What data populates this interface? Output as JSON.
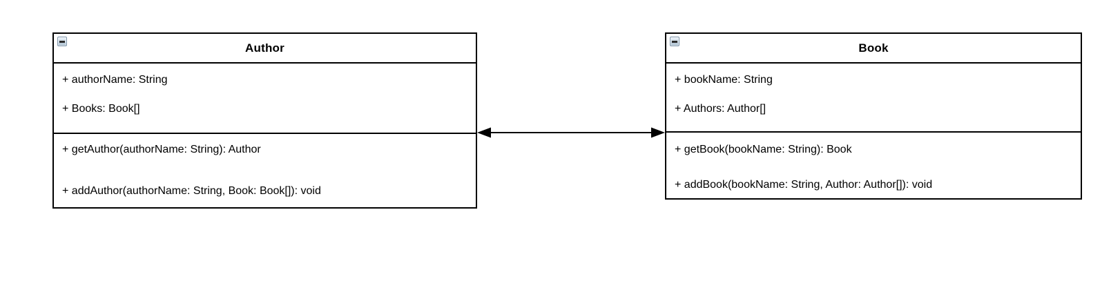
{
  "diagram": {
    "type": "uml-class-diagram",
    "background_color": "#ffffff",
    "stroke_color": "#000000",
    "text_color": "#000000",
    "classes": [
      {
        "name": "Author",
        "collapse_icon": "minus-collapse-icon",
        "attributes": [
          "+ authorName: String",
          "+ Books: Book[]"
        ],
        "methods": [
          "+ getAuthor(authorName: String): Author",
          "+ addAuthor(authorName: String, Book: Book[]): void"
        ]
      },
      {
        "name": "Book",
        "collapse_icon": "minus-collapse-icon",
        "attributes": [
          "+ bookName: String",
          "+ Authors: Author[]"
        ],
        "methods": [
          "+ getBook(bookName: String): Book",
          "+ addBook(bookName: String, Author: Author[]): void"
        ]
      }
    ],
    "connector": {
      "type": "association",
      "direction": "bidirectional",
      "from": "Author",
      "to": "Book",
      "color": "#000000"
    }
  }
}
